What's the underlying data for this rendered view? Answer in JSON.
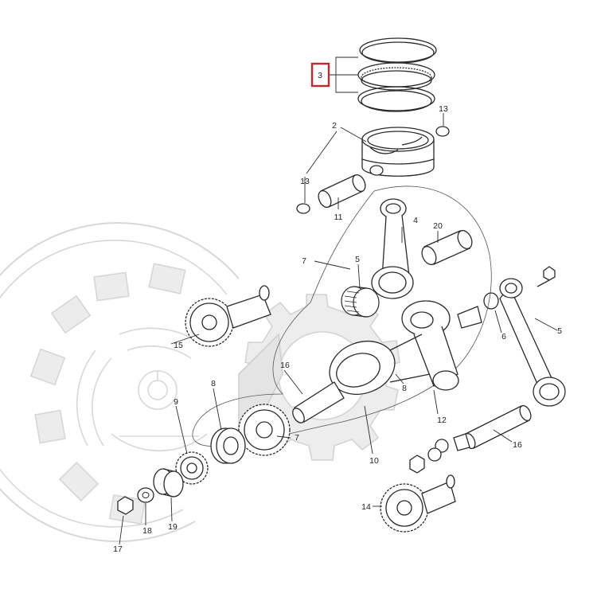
{
  "diagram": {
    "highlight_color": "#c0282d",
    "line_color": "#2a2a2a",
    "watermark_color": "#e6e6e6",
    "callouts": [
      {
        "id": "c3",
        "label": "3"
      },
      {
        "id": "c2",
        "label": "2"
      },
      {
        "id": "c13a",
        "label": "13"
      },
      {
        "id": "c13b",
        "label": "13"
      },
      {
        "id": "c11",
        "label": "11"
      },
      {
        "id": "c4",
        "label": "4"
      },
      {
        "id": "c20",
        "label": "20"
      },
      {
        "id": "c7a",
        "label": "7"
      },
      {
        "id": "c5a",
        "label": "5"
      },
      {
        "id": "c6",
        "label": "6"
      },
      {
        "id": "c5b",
        "label": "5"
      },
      {
        "id": "c15",
        "label": "15"
      },
      {
        "id": "c16a",
        "label": "16"
      },
      {
        "id": "c8a",
        "label": "8"
      },
      {
        "id": "c9",
        "label": "9"
      },
      {
        "id": "c8b",
        "label": "8"
      },
      {
        "id": "c7b",
        "label": "7"
      },
      {
        "id": "c12",
        "label": "12"
      },
      {
        "id": "c10",
        "label": "10"
      },
      {
        "id": "c16b",
        "label": "16"
      },
      {
        "id": "c14",
        "label": "14"
      },
      {
        "id": "c17",
        "label": "17"
      },
      {
        "id": "c18",
        "label": "18"
      },
      {
        "id": "c19",
        "label": "19"
      }
    ]
  }
}
